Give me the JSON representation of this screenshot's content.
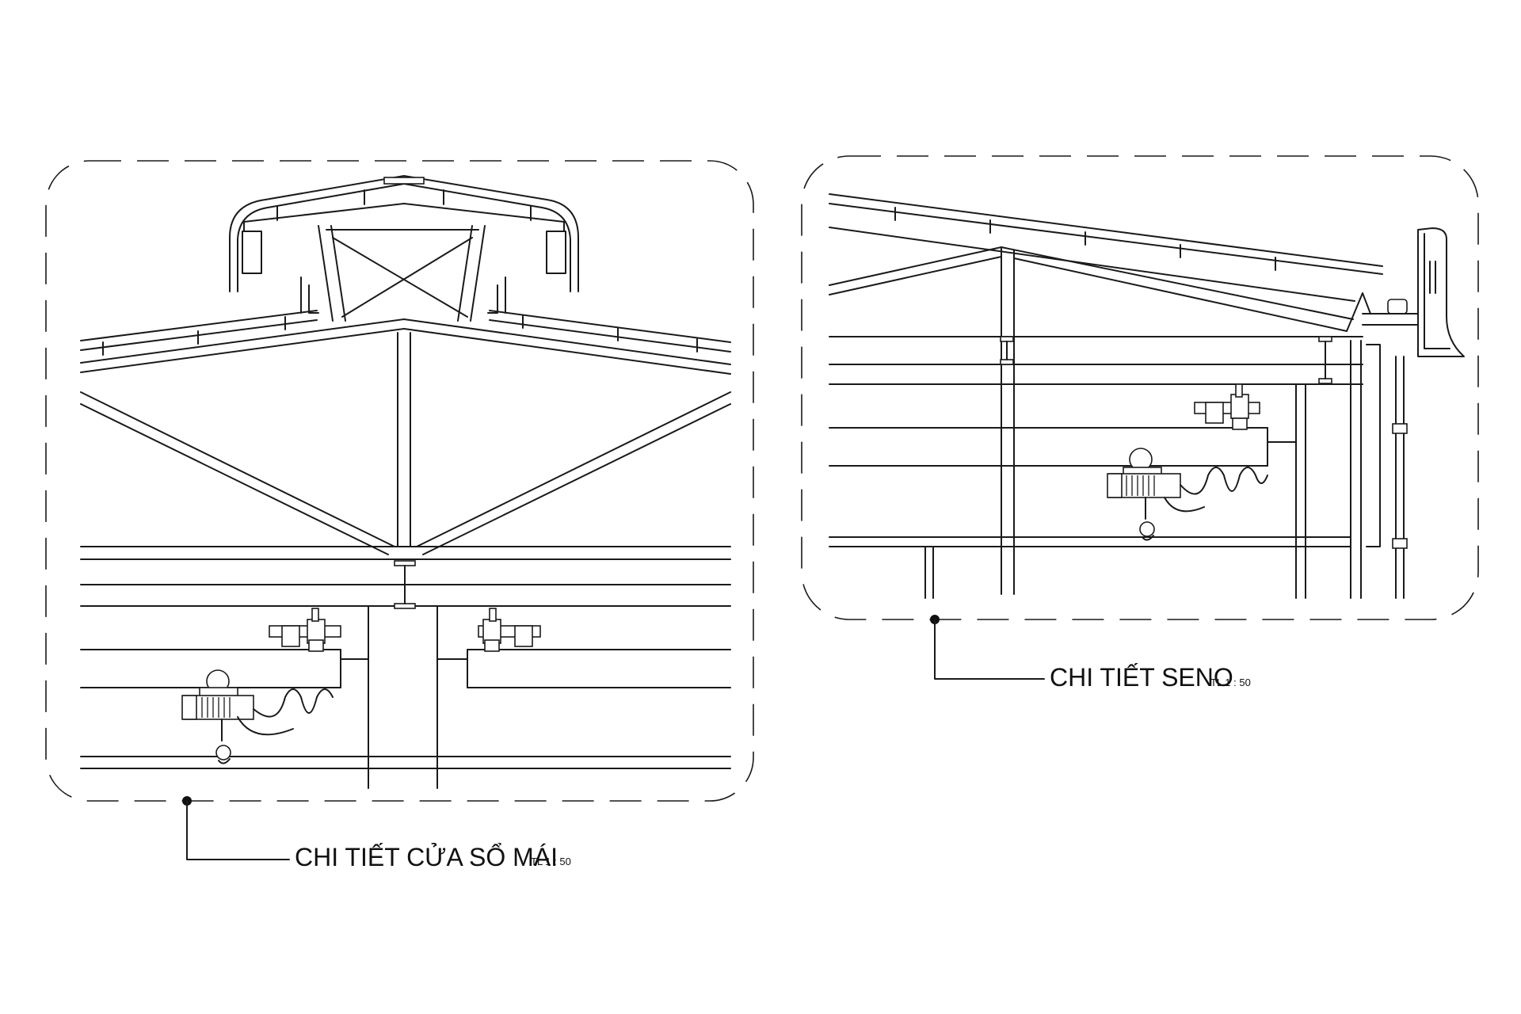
{
  "details": [
    {
      "title": "CHI TIẾT CỬA SỔ MÁI",
      "scale": "TL 1 : 50"
    },
    {
      "title": "CHI TIẾT SENO",
      "scale": "TL 1 : 50"
    }
  ],
  "colors": {
    "line": "#1a1a1a",
    "background": "#ffffff"
  }
}
